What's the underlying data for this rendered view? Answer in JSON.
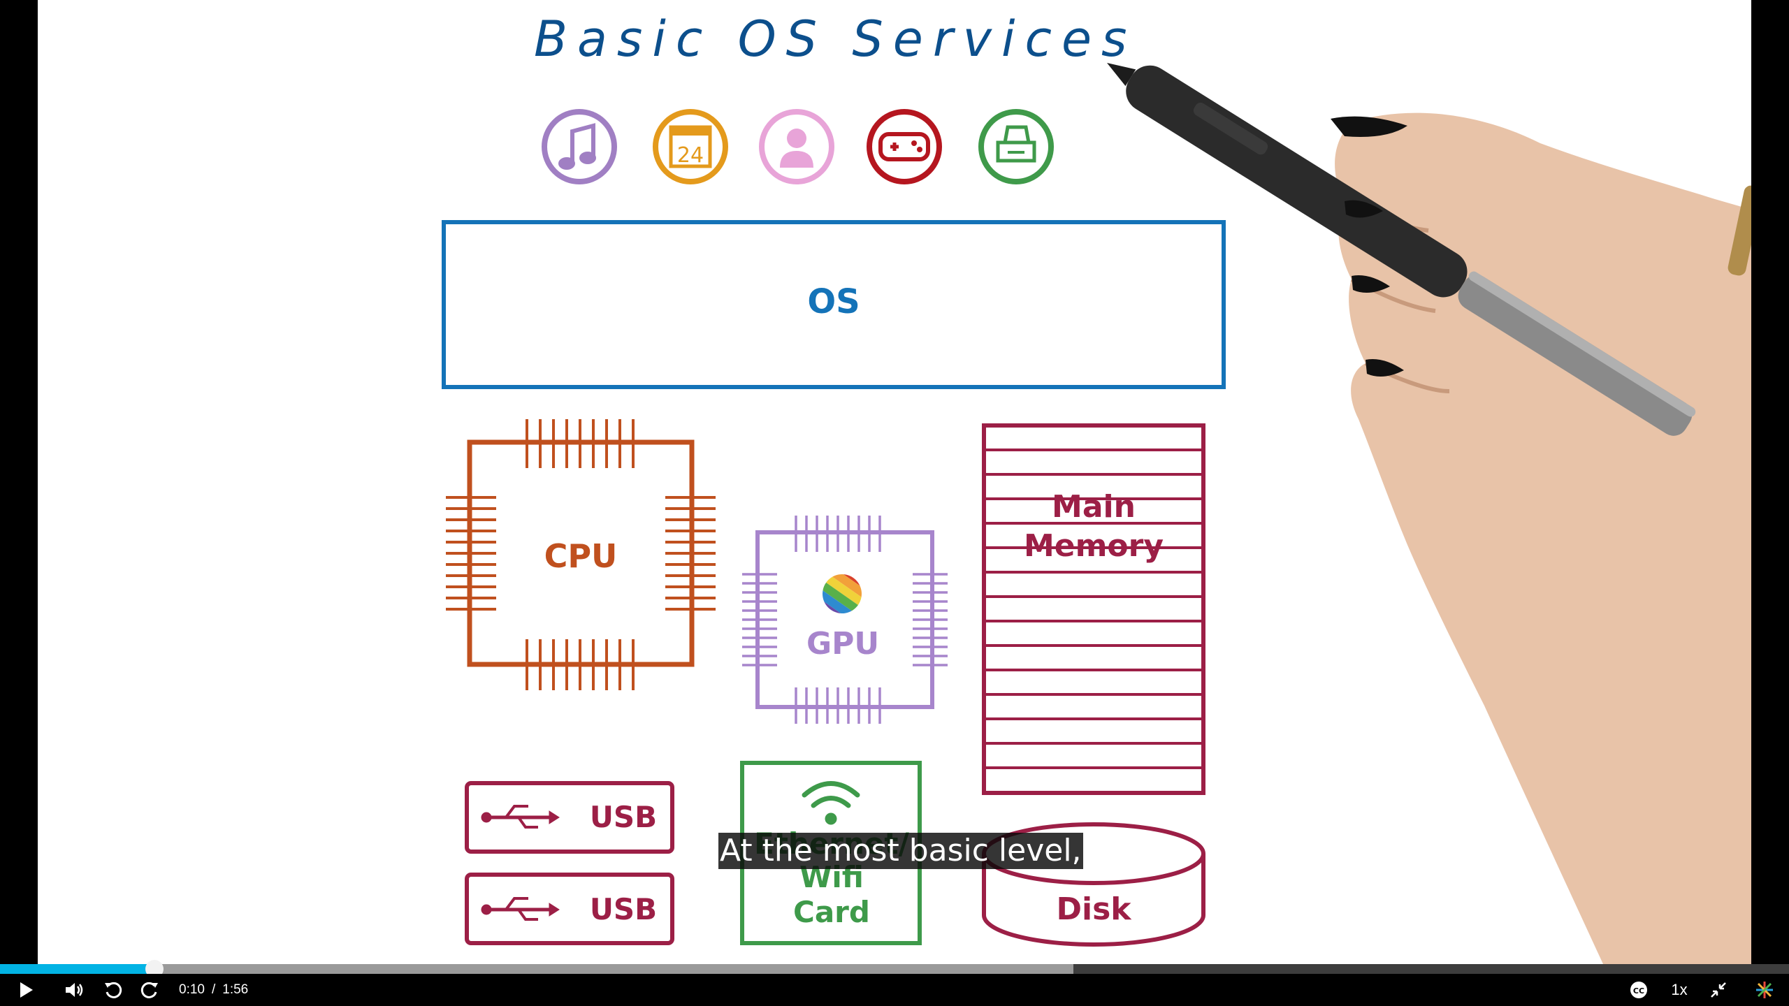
{
  "lesson": {
    "title": "Basic OS Services",
    "service_icons": [
      "music-icon",
      "calendar-icon",
      "contacts-icon",
      "game-controller-icon",
      "printer-icon"
    ],
    "calendar_day": "24",
    "os_label": "OS",
    "cpu_label": "CPU",
    "gpu_label": "GPU",
    "memory_label_line1": "Main",
    "memory_label_line2": "Memory",
    "usb_label_1": "USB",
    "usb_label_2": "USB",
    "network_label_line1": "Ethernet/",
    "network_label_line2": "Wifi",
    "network_label_line3": "Card",
    "disk_label": "Disk",
    "colors": {
      "title": "#0c4f8c",
      "os": "#1473b8",
      "cpu": "#c0501e",
      "gpu": "#a785cc",
      "memory": "#9c1f46",
      "network": "#3e9a4a",
      "music": "#a07fc3",
      "calendar": "#e49a1c",
      "contacts": "#e8a4d8",
      "game": "#b5161f",
      "printer": "#3f9a4a"
    }
  },
  "caption": "At the most basic level,",
  "player": {
    "current_time": "0:10",
    "separator": "/",
    "duration": "1:56",
    "played_fraction": 0.0862,
    "buffered_fraction": 0.6,
    "speed": "1x",
    "progress_color": "#02b3e4"
  }
}
